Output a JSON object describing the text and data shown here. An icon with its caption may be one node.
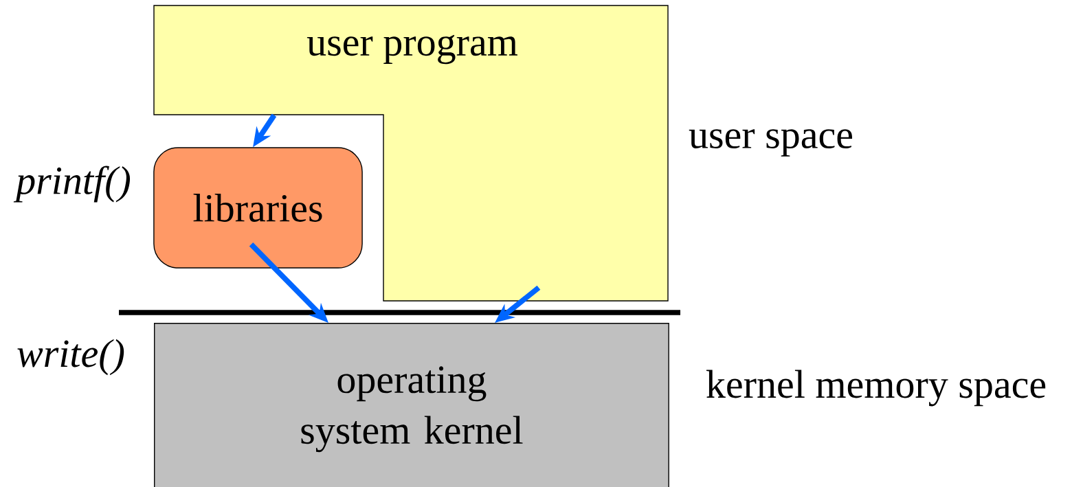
{
  "diagram": {
    "nodes": [
      {
        "text": [
          "user program"
        ]
      },
      {
        "text": [
          "libraries"
        ]
      },
      {
        "text": [
          "operating system kernel"
        ]
      }
    ],
    "edges": [
      {
        "from": 0,
        "to": 1,
        "arrow": "to"
      },
      {
        "from": 1,
        "to": 2,
        "arrow": "to"
      },
      {
        "from": 0,
        "to": 2,
        "arrow": "to"
      }
    ],
    "labels": [
      "printf()",
      "user space",
      "write()",
      "kernel memory space"
    ]
  }
}
